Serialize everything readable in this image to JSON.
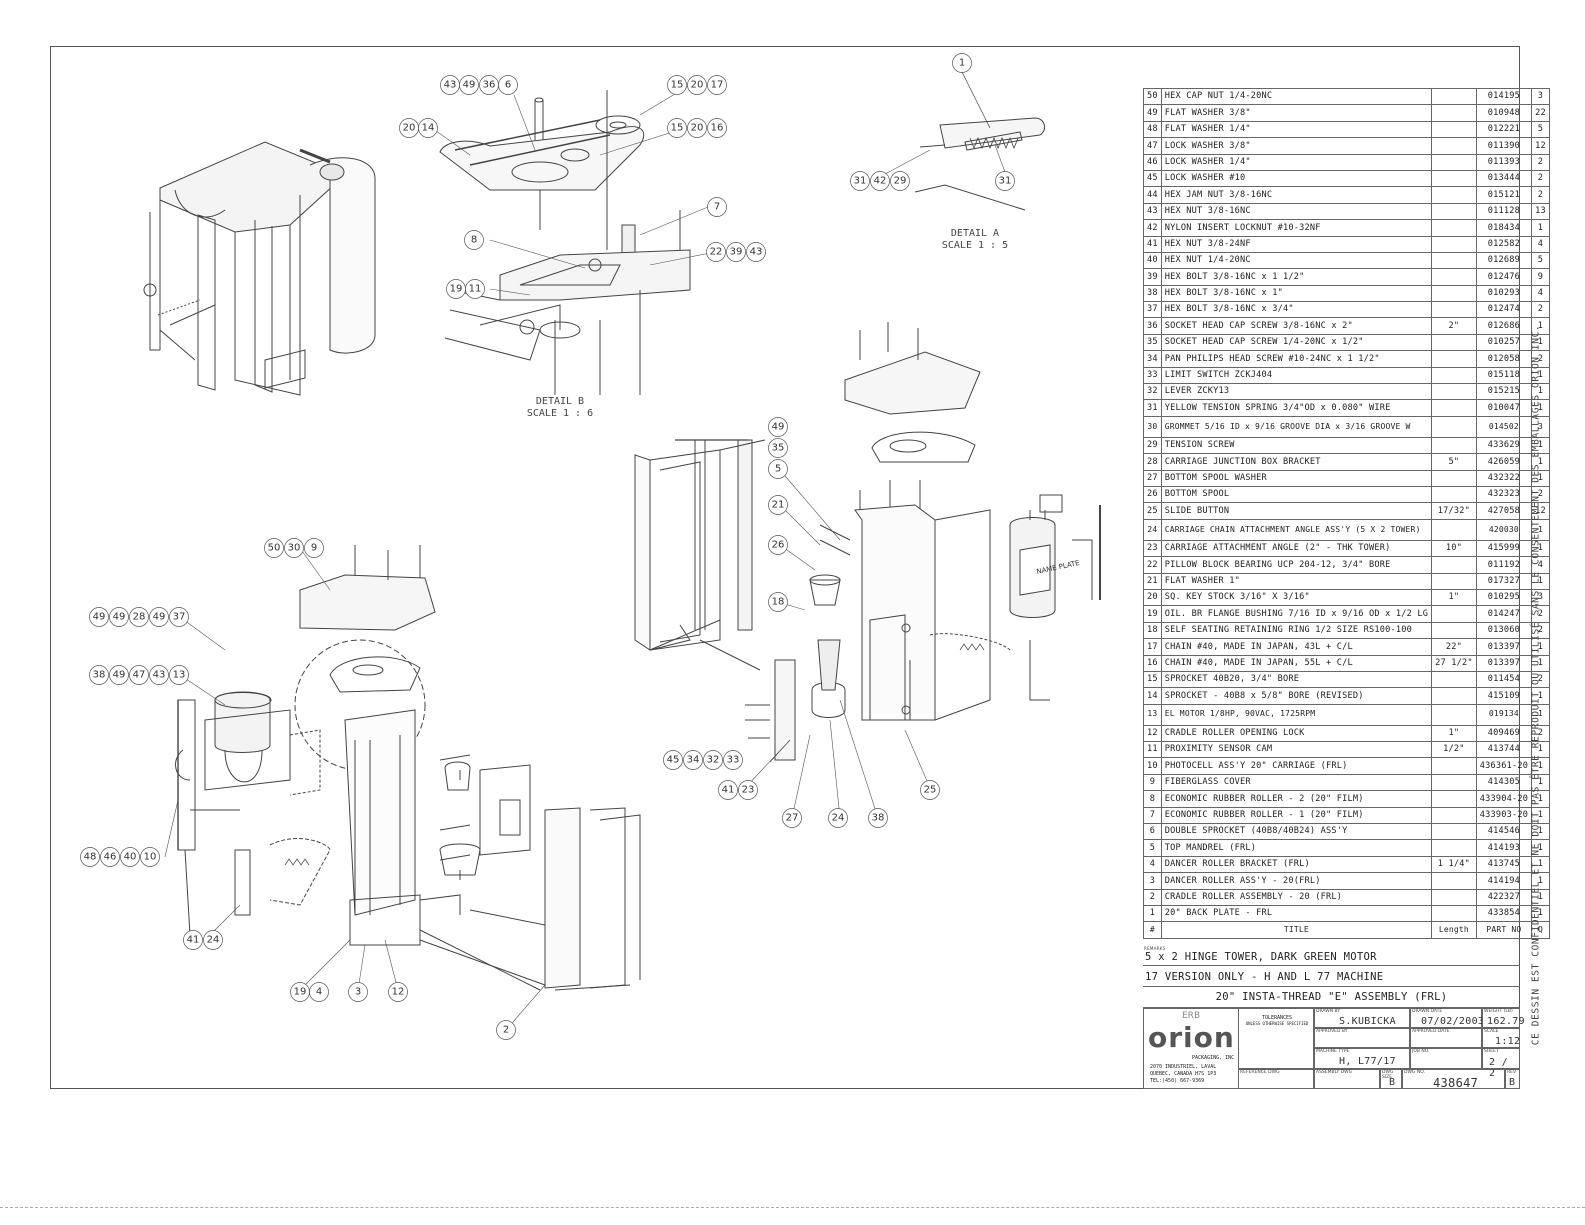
{
  "bom": {
    "rows": [
      {
        "no": "50",
        "title": "HEX CAP NUT 1/4-20NC",
        "length": "",
        "part": "014195",
        "qty": "3"
      },
      {
        "no": "49",
        "title": "FLAT WASHER 3/8\"",
        "length": "",
        "part": "010948",
        "qty": "22"
      },
      {
        "no": "48",
        "title": "FLAT WASHER 1/4\"",
        "length": "",
        "part": "012221",
        "qty": "5"
      },
      {
        "no": "47",
        "title": "LOCK WASHER 3/8\"",
        "length": "",
        "part": "011390",
        "qty": "12"
      },
      {
        "no": "46",
        "title": "LOCK WASHER 1/4\"",
        "length": "",
        "part": "011393",
        "qty": "2"
      },
      {
        "no": "45",
        "title": "LOCK WASHER #10",
        "length": "",
        "part": "013444",
        "qty": "2"
      },
      {
        "no": "44",
        "title": "HEX JAM NUT 3/8-16NC",
        "length": "",
        "part": "015121",
        "qty": "2"
      },
      {
        "no": "43",
        "title": "HEX NUT 3/8-16NC",
        "length": "",
        "part": "011128",
        "qty": "13"
      },
      {
        "no": "42",
        "title": "NYLON INSERT LOCKNUT #10-32NF",
        "length": "",
        "part": "018434",
        "qty": "1"
      },
      {
        "no": "41",
        "title": "HEX NUT 3/8-24NF",
        "length": "",
        "part": "012582",
        "qty": "4"
      },
      {
        "no": "40",
        "title": "HEX NUT 1/4-20NC",
        "length": "",
        "part": "012689",
        "qty": "5"
      },
      {
        "no": "39",
        "title": "HEX BOLT 3/8-16NC x 1 1/2\"",
        "length": "",
        "part": "012476",
        "qty": "9"
      },
      {
        "no": "38",
        "title": "HEX BOLT 3/8-16NC x 1\"",
        "length": "",
        "part": "010293",
        "qty": "4"
      },
      {
        "no": "37",
        "title": "HEX BOLT 3/8-16NC x 3/4\"",
        "length": "",
        "part": "012474",
        "qty": "2"
      },
      {
        "no": "36",
        "title": "SOCKET HEAD CAP SCREW 3/8-16NC x 2\"",
        "length": "2\"",
        "part": "012686",
        "qty": "1"
      },
      {
        "no": "35",
        "title": "SOCKET HEAD CAP SCREW 1/4-20NC x 1/2\"",
        "length": "",
        "part": "010257",
        "qty": "1"
      },
      {
        "no": "34",
        "title": "PAN PHILIPS HEAD SCREW #10-24NC x 1 1/2\"",
        "length": "",
        "part": "012058",
        "qty": "2"
      },
      {
        "no": "33",
        "title": "LIMIT SWITCH ZCKJ404",
        "length": "",
        "part": "015118",
        "qty": "1"
      },
      {
        "no": "32",
        "title": "LEVER ZCKY13",
        "length": "",
        "part": "015215",
        "qty": "1"
      },
      {
        "no": "31",
        "title": "YELLOW TENSION SPRING 3/4\"OD x 0.080\" WIRE",
        "length": "",
        "part": "010047",
        "qty": "1"
      },
      {
        "no": "30",
        "title": "GROMMET 5/16 ID x 9/16 GROOVE DIA x 3/16 GROOVE W",
        "length": "",
        "part": "014502",
        "qty": "3",
        "tall": true
      },
      {
        "no": "29",
        "title": "TENSION SCREW",
        "length": "",
        "part": "433629",
        "qty": "1"
      },
      {
        "no": "28",
        "title": "CARRIAGE JUNCTION BOX BRACKET",
        "length": "5\"",
        "part": "426059",
        "qty": "1"
      },
      {
        "no": "27",
        "title": "BOTTOM SPOOL WASHER",
        "length": "",
        "part": "432322",
        "qty": "1"
      },
      {
        "no": "26",
        "title": "BOTTOM SPOOL",
        "length": "",
        "part": "432323",
        "qty": "2"
      },
      {
        "no": "25",
        "title": "SLIDE BUTTON",
        "length": "17/32\"",
        "part": "427058",
        "qty": "12"
      },
      {
        "no": "24",
        "title": "CARRIAGE CHAIN ATTACHMENT ANGLE ASS'Y (5 X 2 TOWER)",
        "length": "",
        "part": "420030",
        "qty": "1",
        "tall": true
      },
      {
        "no": "23",
        "title": "CARRIAGE ATTACHMENT ANGLE (2\" - THK TOWER)",
        "length": "10\"",
        "part": "415999",
        "qty": "1"
      },
      {
        "no": "22",
        "title": "PILLOW BLOCK BEARING UCP 204-12, 3/4\" BORE",
        "length": "",
        "part": "011192",
        "qty": "4"
      },
      {
        "no": "21",
        "title": "FLAT WASHER 1\"",
        "length": "",
        "part": "017327",
        "qty": "1"
      },
      {
        "no": "20",
        "title": "SQ. KEY STOCK 3/16\" X 3/16\"",
        "length": "1\"",
        "part": "010295",
        "qty": "3"
      },
      {
        "no": "19",
        "title": "OIL. BR FLANGE BUSHING 7/16 ID x 9/16 OD x 1/2 LG",
        "length": "",
        "part": "014247",
        "qty": "2"
      },
      {
        "no": "18",
        "title": "SELF SEATING RETAINING RING 1/2 SIZE RS100-100",
        "length": "",
        "part": "013060",
        "qty": "2"
      },
      {
        "no": "17",
        "title": "CHAIN #40, MADE IN JAPAN, 43L + C/L",
        "length": "22\"",
        "part": "013397",
        "qty": "1"
      },
      {
        "no": "16",
        "title": "CHAIN #40, MADE IN JAPAN, 55L + C/L",
        "length": "27 1/2\"",
        "part": "013397",
        "qty": "1"
      },
      {
        "no": "15",
        "title": "SPROCKET 40B20, 3/4\" BORE",
        "length": "",
        "part": "011454",
        "qty": "2"
      },
      {
        "no": "14",
        "title": "SPROCKET - 40B8 x 5/8\" BORE (REVISED)",
        "length": "",
        "part": "415109",
        "qty": "1"
      },
      {
        "no": "13",
        "title": "EL MOTOR 1/8HP, 90VAC, 1725RPM",
        "length": "",
        "part": "019134",
        "qty": "1",
        "tall": true
      },
      {
        "no": "12",
        "title": "CRADLE ROLLER OPENING LOCK",
        "length": "1\"",
        "part": "409469",
        "qty": "2"
      },
      {
        "no": "11",
        "title": "PROXIMITY SENSOR CAM",
        "length": "1/2\"",
        "part": "413744",
        "qty": "1"
      },
      {
        "no": "10",
        "title": "PHOTOCELL ASS'Y 20\" CARRIAGE (FRL)",
        "length": "",
        "part": "436361-20",
        "qty": "1"
      },
      {
        "no": "9",
        "title": "FIBERGLASS COVER",
        "length": "",
        "part": "414305",
        "qty": "1"
      },
      {
        "no": "8",
        "title": "ECONOMIC RUBBER ROLLER - 2 (20\" FILM)",
        "length": "",
        "part": "433904-20",
        "qty": "1"
      },
      {
        "no": "7",
        "title": "ECONOMIC RUBBER ROLLER - 1 (20\" FILM)",
        "length": "",
        "part": "433903-20",
        "qty": "1"
      },
      {
        "no": "6",
        "title": "DOUBLE SPROCKET (40B8/40B24) ASS'Y",
        "length": "",
        "part": "414546",
        "qty": "1"
      },
      {
        "no": "5",
        "title": "TOP MANDREL (FRL)",
        "length": "",
        "part": "414193",
        "qty": "1"
      },
      {
        "no": "4",
        "title": "DANCER ROLLER BRACKET (FRL)",
        "length": "1 1/4\"",
        "part": "413745",
        "qty": "1"
      },
      {
        "no": "3",
        "title": "DANCER ROLLER ASS'Y - 20(FRL)",
        "length": "",
        "part": "414194",
        "qty": "1"
      },
      {
        "no": "2",
        "title": "CRADLE ROLLER ASSEMBLY - 20 (FRL)",
        "length": "",
        "part": "422327",
        "qty": "1"
      },
      {
        "no": "1",
        "title": "20\" BACK PLATE - FRL",
        "length": "",
        "part": "433854",
        "qty": "1"
      }
    ],
    "header": {
      "no": "#",
      "title": "TITLE",
      "length": "Length",
      "part": "PART NO",
      "qty": "Q"
    }
  },
  "remarks": {
    "caption": "REMARKS",
    "line1": "5 x 2 HINGE TOWER, DARK GREEN MOTOR",
    "line2": "17 VERSION ONLY - H AND L 77 MACHINE"
  },
  "title": "20\" INSTA-THREAD \"E\" ASSEMBLY (FRL)",
  "title_block": {
    "company": "orion",
    "company_small": "ERB",
    "company_sub": "PACKAGING, INC",
    "address1": "2070 INDUSTRIEL, LAVAL",
    "address2": "QUEBEC, CANADA H7S 1P3",
    "phone": "TEL:(450) 667-9369",
    "tolerances_caption": "TOLERANCES",
    "tolerances_sub": "UNLESS OTHERWISE SPECIFIED",
    "drawn_by_caption": "DRAWN BY",
    "drawn_by": "S.KUBICKA",
    "drawn_date_caption": "DRAWN DATE",
    "drawn_date": "07/02/2003",
    "weight_caption": "WEIGHT (LB)",
    "weight": "162.79",
    "approved_caption": "APPROVED BY",
    "approved_date_caption": "APPROVED DATE",
    "scale_caption": "SCALE",
    "scale": "1:12",
    "machine_caption": "MACHINE TYPE",
    "machine": "H, L77/17",
    "job_caption": "JOB NO.",
    "sheet_caption": "SHEET",
    "sheet": "2 / 2",
    "reference_caption": "REFERENCE DWG",
    "assembly_caption": "ASSEMBLY DWG",
    "size_caption": "DWG SIZE",
    "size": "B",
    "dwg_caption": "DWG NO.",
    "dwg_no": "438647",
    "rev_caption": "REV",
    "rev": "B"
  },
  "details": {
    "a_title": "DETAIL A",
    "a_scale": "SCALE 1 : 5",
    "b_title": "DETAIL B",
    "b_scale": "SCALE 1 : 6"
  },
  "nameplate": "NAME PLATE",
  "side_note": "CE DESSIN EST CONFIDENTIEL ET NE DOIT PAS ÊTRE REPRODUIT OU UTILISÉ SANS LE CONSENTEMENT DES EMBALLAGES ORION INC."
}
